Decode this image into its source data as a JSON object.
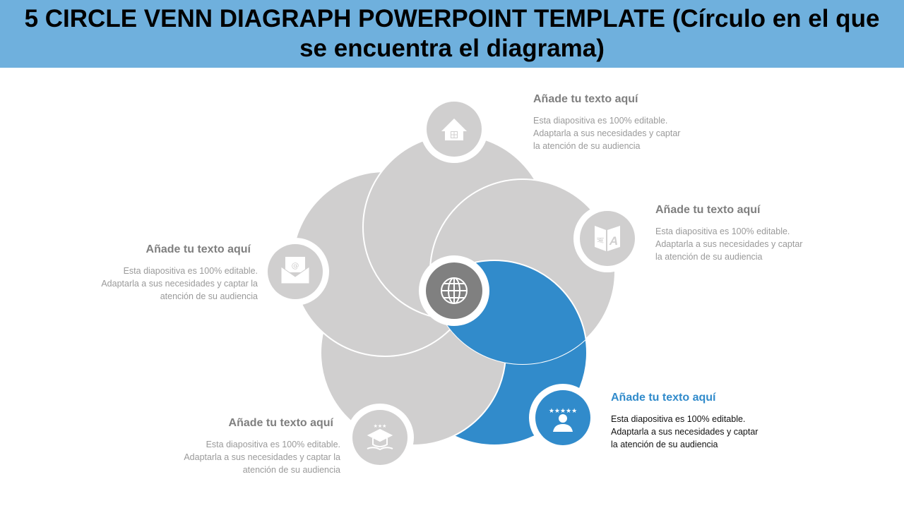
{
  "header": {
    "title": "5 CIRCLE VENN DIAGRAPH POWERPOINT TEMPLATE (Círculo en el que se encuentra el diagrama)"
  },
  "colors": {
    "accent": "#318BCB",
    "circle_gray": "#D0CFCF",
    "center_dark": "#808080",
    "title_bar": "#6FB0DD"
  },
  "items": [
    {
      "icon": "house-icon",
      "heading": "Añade tu texto aquí",
      "body": "Esta diapositiva es 100% editable. Adaptarla a sus necesidades y captar la atención de su audiencia"
    },
    {
      "icon": "translate-icon",
      "heading": "Añade tu texto aquí",
      "body": "Esta diapositiva es 100% editable. Adaptarla a sus necesidades y captar la atención de su audiencia"
    },
    {
      "icon": "customer-rating-icon",
      "heading": "Añade tu texto aquí",
      "body": "Esta diapositiva es 100% editable. Adaptarla a sus necesidades y captar la atención de su audiencia"
    },
    {
      "icon": "graduation-cap-icon",
      "heading": "Añade tu texto aquí",
      "body": "Esta diapositiva es 100% editable. Adaptarla a sus necesidades y captar la atención de su audiencia"
    },
    {
      "icon": "email-icon",
      "heading": "Añade tu texto aquí",
      "body": "Esta diapositiva es 100% editable. Adaptarla a sus necesidades y captar la atención de su audiencia"
    }
  ],
  "center": {
    "icon": "globe-icon"
  }
}
